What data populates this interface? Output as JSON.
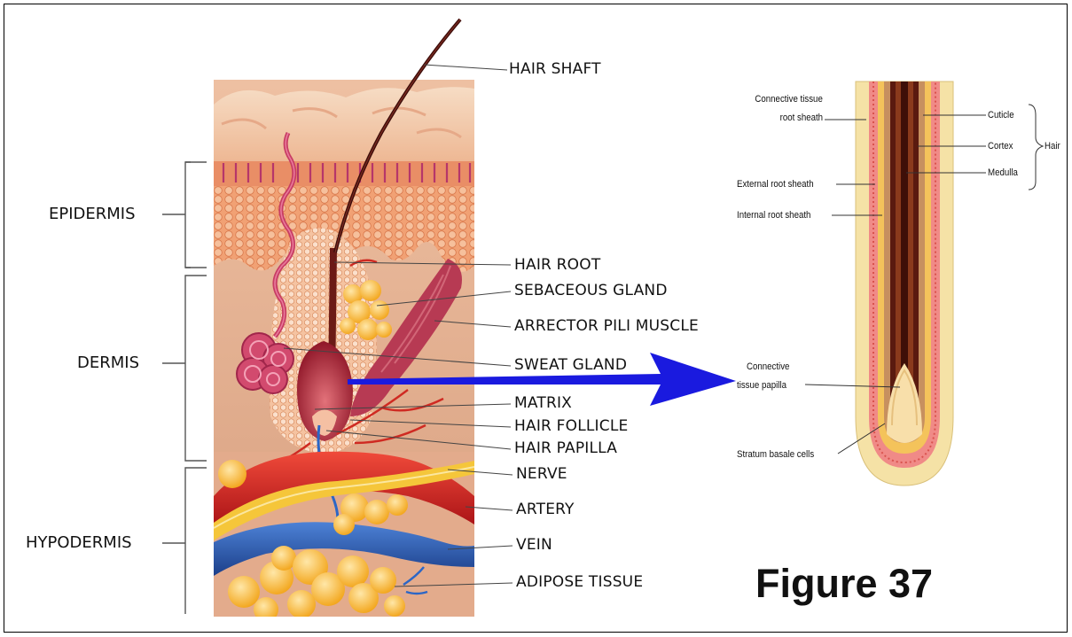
{
  "left_diagram": {
    "layers": {
      "epidermis": "EPIDERMIS",
      "dermis": "DERMIS",
      "hypodermis": "HYPODERMIS"
    },
    "labels": {
      "hair_shaft": "HAIR SHAFT",
      "hair_root": "HAIR ROOT",
      "sebaceous_gland": "SEBACEOUS GLAND",
      "arrector_pili_muscle": "ARRECTOR PILI MUSCLE",
      "sweat_gland": "SWEAT GLAND",
      "matrix": "MATRIX",
      "hair_follicle": "HAIR FOLLICLE",
      "hair_papilla": "HAIR PAPILLA",
      "nerve": "NERVE",
      "artery": "ARTERY",
      "vein": "VEIN",
      "adipose_tissue": "ADIPOSE TISSUE"
    }
  },
  "right_diagram": {
    "labels": {
      "connective_root_sheath_1": "Connective tissue",
      "connective_root_sheath_2": "root sheath",
      "external_root_sheath": "External root sheath",
      "internal_root_sheath": "Internal root sheath",
      "connective_papilla_1": "Connective",
      "connective_papilla_2": "tissue papilla",
      "stratum_basale": "Stratum basale cells",
      "cuticle": "Cuticle",
      "cortex": "Cortex",
      "medulla": "Medulla",
      "hair": "Hair"
    }
  },
  "caption": "Figure 37",
  "colors": {
    "arrow": "#1a1adf",
    "skin_top": "#f2c8a8",
    "epidermis": "#f0a77a",
    "dermis": "#e8b89a",
    "hypodermis": "#e2a98c",
    "artery": "#d91e1e",
    "vein": "#2e5fb5",
    "nerve": "#f2c23a",
    "fat": "#f7b52a",
    "follicle": "#a31d2f"
  }
}
